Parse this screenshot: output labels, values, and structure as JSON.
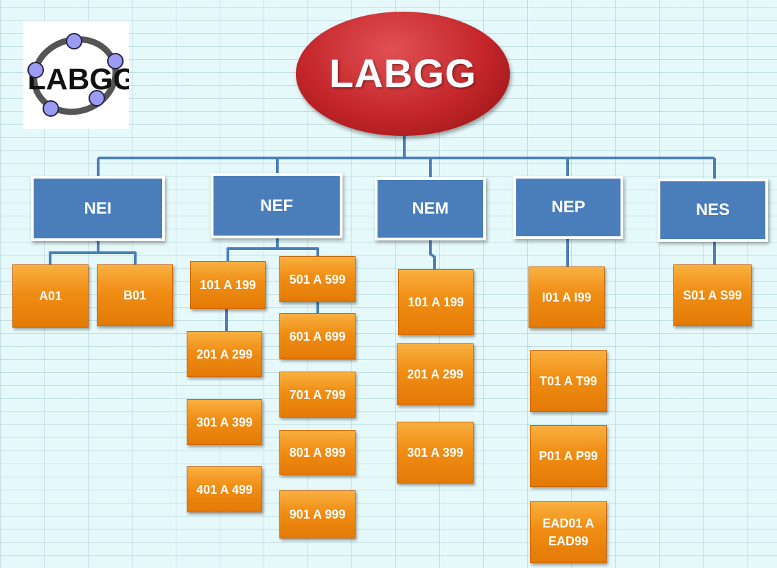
{
  "logo": {
    "text": "LABGG"
  },
  "root": {
    "label": "LABGG"
  },
  "levels": [
    {
      "label": "NEI",
      "items": [
        "A01",
        "B01"
      ]
    },
    {
      "label": "NEF",
      "items": [
        "101 A 199",
        "201 A 299",
        "301 A 399",
        "401 A 499",
        "501 A 599",
        "601 A 699",
        "701 A 799",
        "801 A 899",
        "901 A 999"
      ]
    },
    {
      "label": "NEM",
      "items": [
        "101 A 199",
        "201 A 299",
        "301 A 399"
      ]
    },
    {
      "label": "NEP",
      "items": [
        "I01 A I99",
        "T01 A T99",
        "P01 A P99",
        "EAD01 A EAD99"
      ]
    },
    {
      "label": "NES",
      "items": [
        "S01 A S99"
      ]
    }
  ],
  "colors": {
    "root": "#c4262a",
    "level": "#4a7ebb",
    "leaf": "#f08d14",
    "connector": "#4a7ebb",
    "logo_node": "#8f8ff0"
  }
}
